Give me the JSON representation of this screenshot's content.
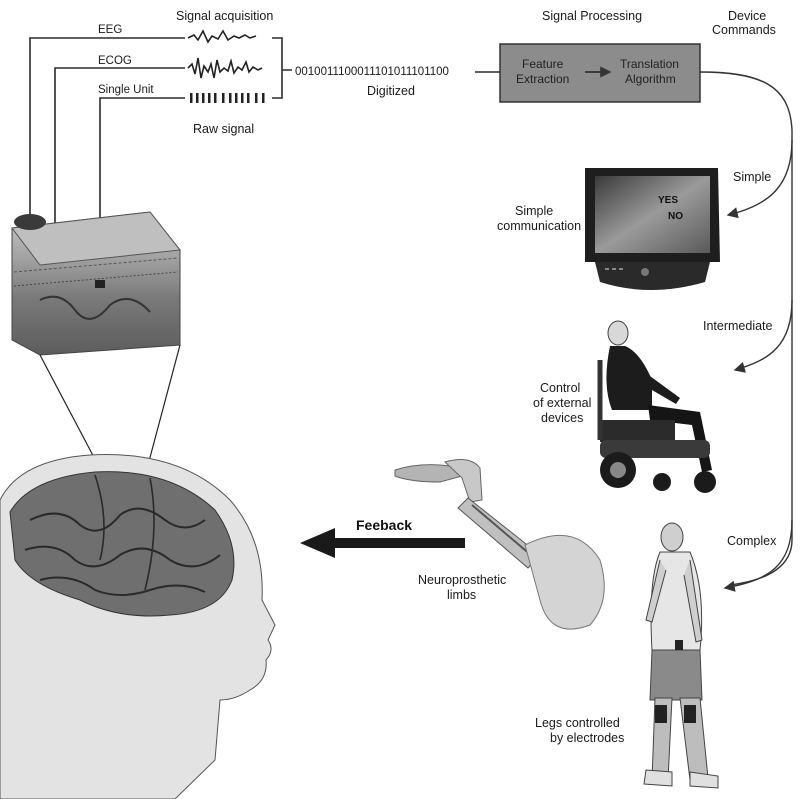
{
  "acquisition": {
    "title": "Signal acquisition",
    "eeg": "EEG",
    "ecog": "ECOG",
    "single_unit": "Single Unit",
    "raw_signal": "Raw signal",
    "digital_stream": "0010011100011101011101100",
    "digitized": "Digitized"
  },
  "processing": {
    "title": "Signal Processing",
    "feature_line1": "Feature",
    "feature_line2": "Extraction",
    "translation_line1": "Translation",
    "translation_line2": "Algorithm"
  },
  "commands": {
    "title_line1": "Device",
    "title_line2": "Commands",
    "simple": "Simple",
    "intermediate": "Intermediate",
    "complex": "Complex"
  },
  "outputs": {
    "communication_line1": "Simple",
    "communication_line2": "communication",
    "monitor_yes": "YES",
    "monitor_no": "NO",
    "external_line1": "Control",
    "external_line2": "of external",
    "external_line3": "devices",
    "neuro_line1": "Neuroprosthetic",
    "neuro_line2": "limbs",
    "legs_line1": "Legs controlled",
    "legs_line2": "by electrodes"
  },
  "feedback": "Feeback",
  "colors": {
    "box_fill": "#8c8c8c",
    "brain": "#6f6f6f",
    "skin": "#dcdcdc",
    "ink": "#1a1a1a"
  }
}
